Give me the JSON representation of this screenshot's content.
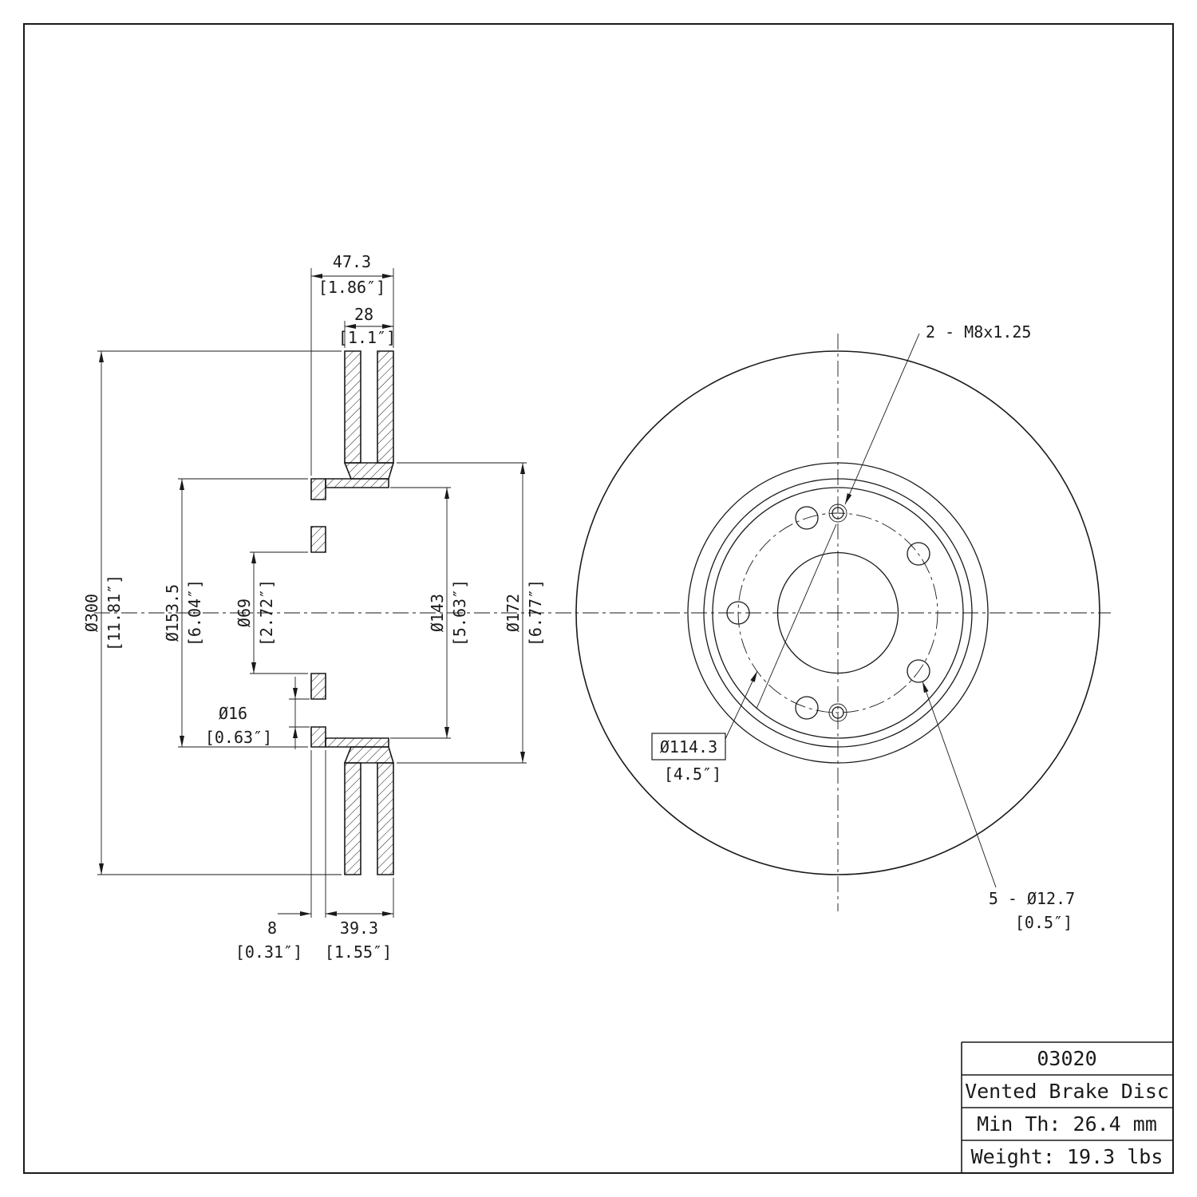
{
  "drawing": {
    "section": {
      "width_overall": {
        "mm": "47.3",
        "inch": "[1.86″]"
      },
      "disc_thickness": {
        "mm": "28",
        "inch": "[1.1″]"
      },
      "outer_dia": {
        "mm": "Ø300",
        "inch": "[11.81″]"
      },
      "hat_dia": {
        "mm": "Ø153.5",
        "inch": "[6.04″]"
      },
      "bore_dia": {
        "mm": "Ø69",
        "inch": "[2.72″]"
      },
      "hole_dia": {
        "mm": "Ø16",
        "inch": "[0.63″]"
      },
      "recess_dia": {
        "mm": "Ø143",
        "inch": "[5.63″]"
      },
      "hat_outer_dia": {
        "mm": "Ø172",
        "inch": "[6.77″]"
      },
      "flange_thickness": {
        "mm": "8",
        "inch": "[0.31″]"
      },
      "hat_depth": {
        "mm": "39.3",
        "inch": "[1.55″]"
      }
    },
    "front": {
      "thread_callout": "2 - M8x1.25",
      "bolt_circle": {
        "mm": "Ø114.3",
        "inch": "[4.5″]"
      },
      "lug_holes": {
        "label": "5 - Ø12.7",
        "inch": "[0.5″]"
      }
    },
    "title_block": {
      "part_number": "03020",
      "description": "Vented Brake Disc",
      "min_thickness": "Min Th: 26.4 mm",
      "weight": "Weight: 19.3 lbs"
    }
  }
}
